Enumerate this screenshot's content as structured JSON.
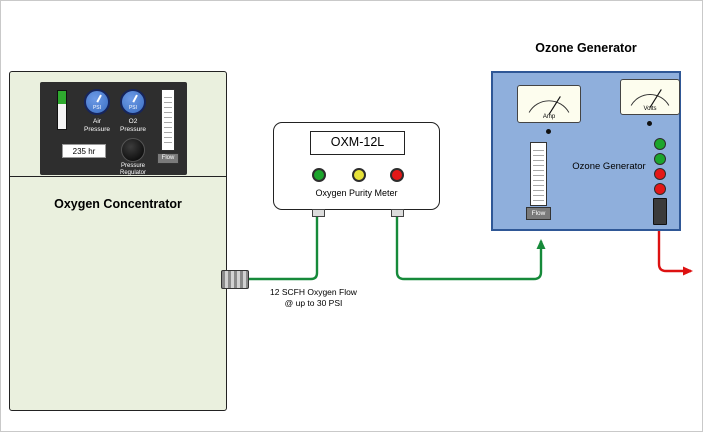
{
  "colors": {
    "oxygen_line": "#168a3a",
    "ozone_line": "#dd1111",
    "concentrator_fill": "#eaf0de",
    "panel_fill": "#2e2e2e",
    "ozone_box_fill": "#8fafdc",
    "gauge_blue": "#3a6ec2",
    "led_green": "#1ca52c",
    "led_yellow": "#e6e23a",
    "led_red": "#e31717"
  },
  "concentrator": {
    "label": "Oxygen Concentrator",
    "hour_meter": "235 hr",
    "air_gauge": {
      "unit": "PSI",
      "label_line1": "Air",
      "label_line2": "Pressure"
    },
    "o2_gauge": {
      "unit": "PSI",
      "label_line1": "O2",
      "label_line2": "Pressure"
    },
    "regulator": {
      "label_line1": "Pressure",
      "label_line2": "Regulator"
    },
    "flow_label": "Flow"
  },
  "purity_meter": {
    "model": "OXM-12L",
    "label": "Oxygen Purity Meter",
    "leds": [
      "green",
      "yellow",
      "red"
    ]
  },
  "ozone_generator": {
    "title": "Ozone Generator",
    "inner_label": "Ozone Generator",
    "amp_label": "Amp",
    "volts_label": "Volts",
    "flow_label": "Flow",
    "leds": [
      "green",
      "green",
      "red",
      "red"
    ]
  },
  "flow_annotation": {
    "line1": "12 SCFH Oxygen Flow",
    "line2": "@ up to 30 PSI"
  }
}
